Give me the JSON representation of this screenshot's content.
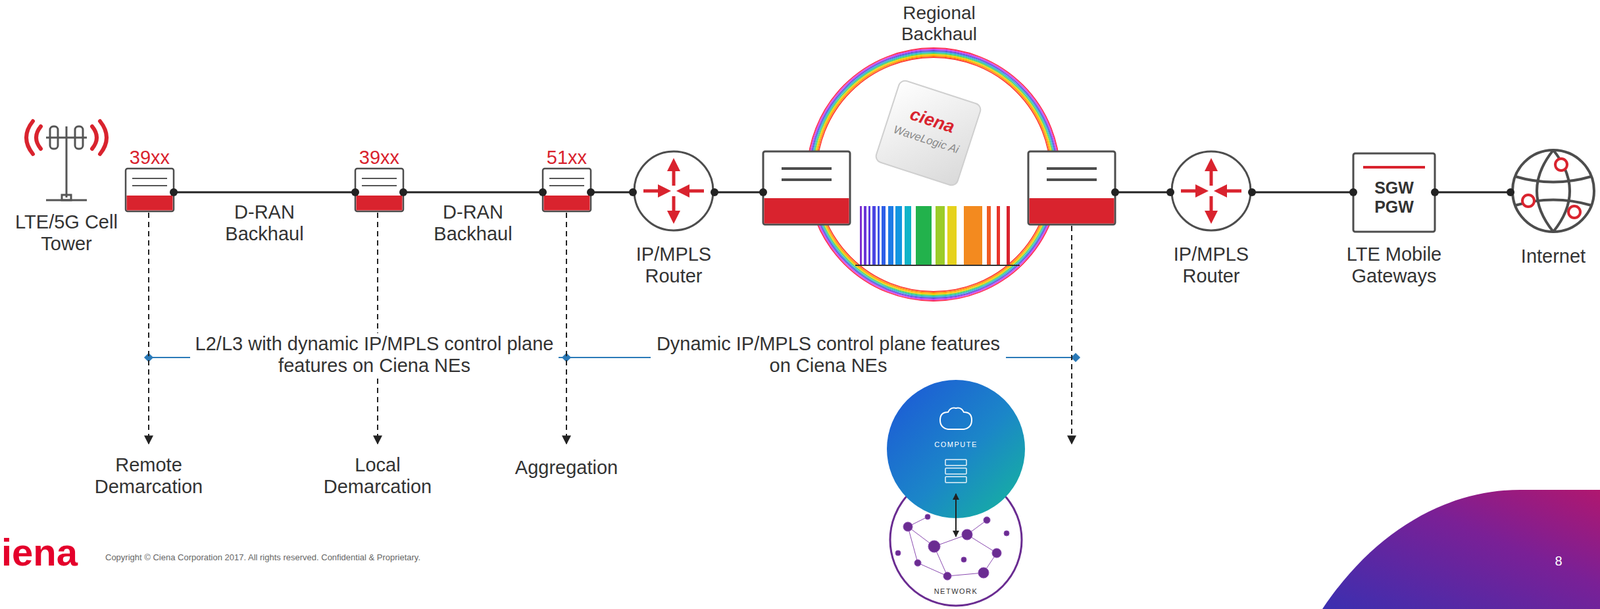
{
  "diagram": {
    "nodes": [
      {
        "text": [
          "LTE/5G Cell Tower"
        ]
      },
      {
        "text": [
          "39xx"
        ]
      },
      {
        "text": [
          "39xx"
        ]
      },
      {
        "text": [
          "51xx"
        ]
      },
      {
        "text": [
          "IP/MPLS Router"
        ]
      },
      {
        "text": [
          "Regional Backhaul"
        ]
      },
      {
        "text": [
          "ciena",
          "WaveLogic Ai"
        ],
        "in": 5
      },
      {
        "text": [
          "IP/MPLS Router"
        ]
      },
      {
        "text": [
          "SGW PGW",
          "LTE Mobile Gateways"
        ]
      },
      {
        "text": [
          "Internet"
        ]
      }
    ],
    "edges": [
      {
        "from": 1,
        "to": 2,
        "arrow": "none",
        "label": "D-RAN Backhaul"
      },
      {
        "from": 2,
        "to": 3,
        "arrow": "none",
        "label": "D-RAN Backhaul"
      },
      {
        "from": 3,
        "to": 4,
        "arrow": "none"
      },
      {
        "from": 4,
        "to": 5,
        "arrow": "none"
      },
      {
        "from": 5,
        "to": 7,
        "arrow": "none"
      },
      {
        "from": 7,
        "to": 8,
        "arrow": "none"
      },
      {
        "from": 8,
        "to": 9,
        "arrow": "none"
      }
    ],
    "labels": [
      "L2/L3 with dynamic IP/MPLS control plane features on Ciena NEs",
      "Dynamic IP/MPLS control plane features on Ciena NEs",
      "Remote Demarcation",
      "Local Demarcation",
      "Aggregation",
      "COMPUTE",
      "NETWORK",
      "iena",
      "Copyright © Ciena Corporation 2017. All rights reserved. Confidential & Proprietary.",
      "8"
    ]
  }
}
